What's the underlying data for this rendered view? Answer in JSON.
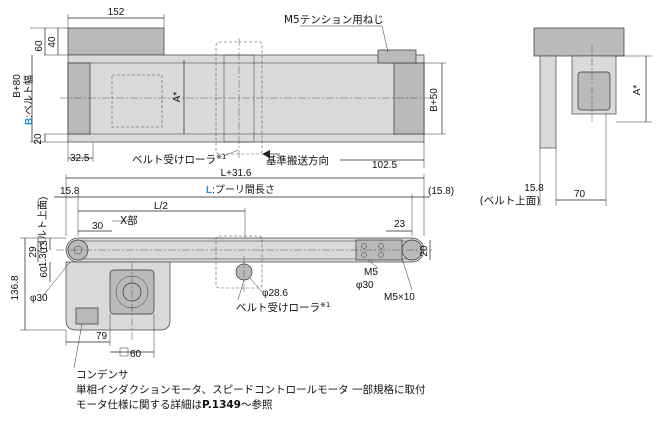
{
  "top_view": {
    "dim_152": "152",
    "dim_60": "60",
    "dim_40": "40",
    "dim_b_plus_80": "B+80",
    "dim_b_label": "B",
    "dim_b_suffix": ":ベルト幅",
    "dim_20": "20",
    "dim_a_star": "A*",
    "dim_b_plus_50": "B+50",
    "m5_tension_bolt": "M5テンション用ねじ",
    "dim_32_5": "32.5",
    "dim_102_5": "102.5",
    "belt_roller": "ベルト受けローラ",
    "star1": "※1",
    "reference_direction": "基準搬送方向"
  },
  "front_view": {
    "dim_l_plus_31_6": "L+31.6",
    "dim_15_8": "15.8",
    "dim_l_label": "L",
    "dim_l_suffix": ":プーリ間長さ",
    "dim_15_8_paren": "(15.8)",
    "dim_1_3_belt": "1.3(ベルト上面)",
    "dim_l_half": "L/2",
    "dim_30": "30",
    "x_part": "X部",
    "dim_23": "23",
    "dim_29": "29",
    "dim_13": "13",
    "dim_60": "60",
    "dim_136_8": "136.8",
    "dim_phi30_left": "φ30",
    "dim_phi28_6": "φ28.6",
    "belt_roller": "ベルト受けローラ",
    "star1": "※1",
    "dim_20": "20",
    "m5": "M5",
    "dim_phi30_right": "φ30",
    "m5x10": "M5×10",
    "dim_79": "79",
    "dim_sq60": "60"
  },
  "side_view": {
    "dim_15_8": "15.8",
    "belt_top": "(ベルト上面)",
    "dim_70": "70",
    "dim_a_star": "A*"
  },
  "notes": {
    "condenser": "コンデンサ",
    "motor_line": "単相インダクションモータ、スピードコントロールモータ 一部規格に取付",
    "detail_prefix": "モータ仕様に関する詳細は",
    "detail_page": "P.1349",
    "detail_suffix": "～参照"
  },
  "colors": {
    "accent_blue": "#1e8fd6",
    "body_gray": "#d9dadb"
  }
}
